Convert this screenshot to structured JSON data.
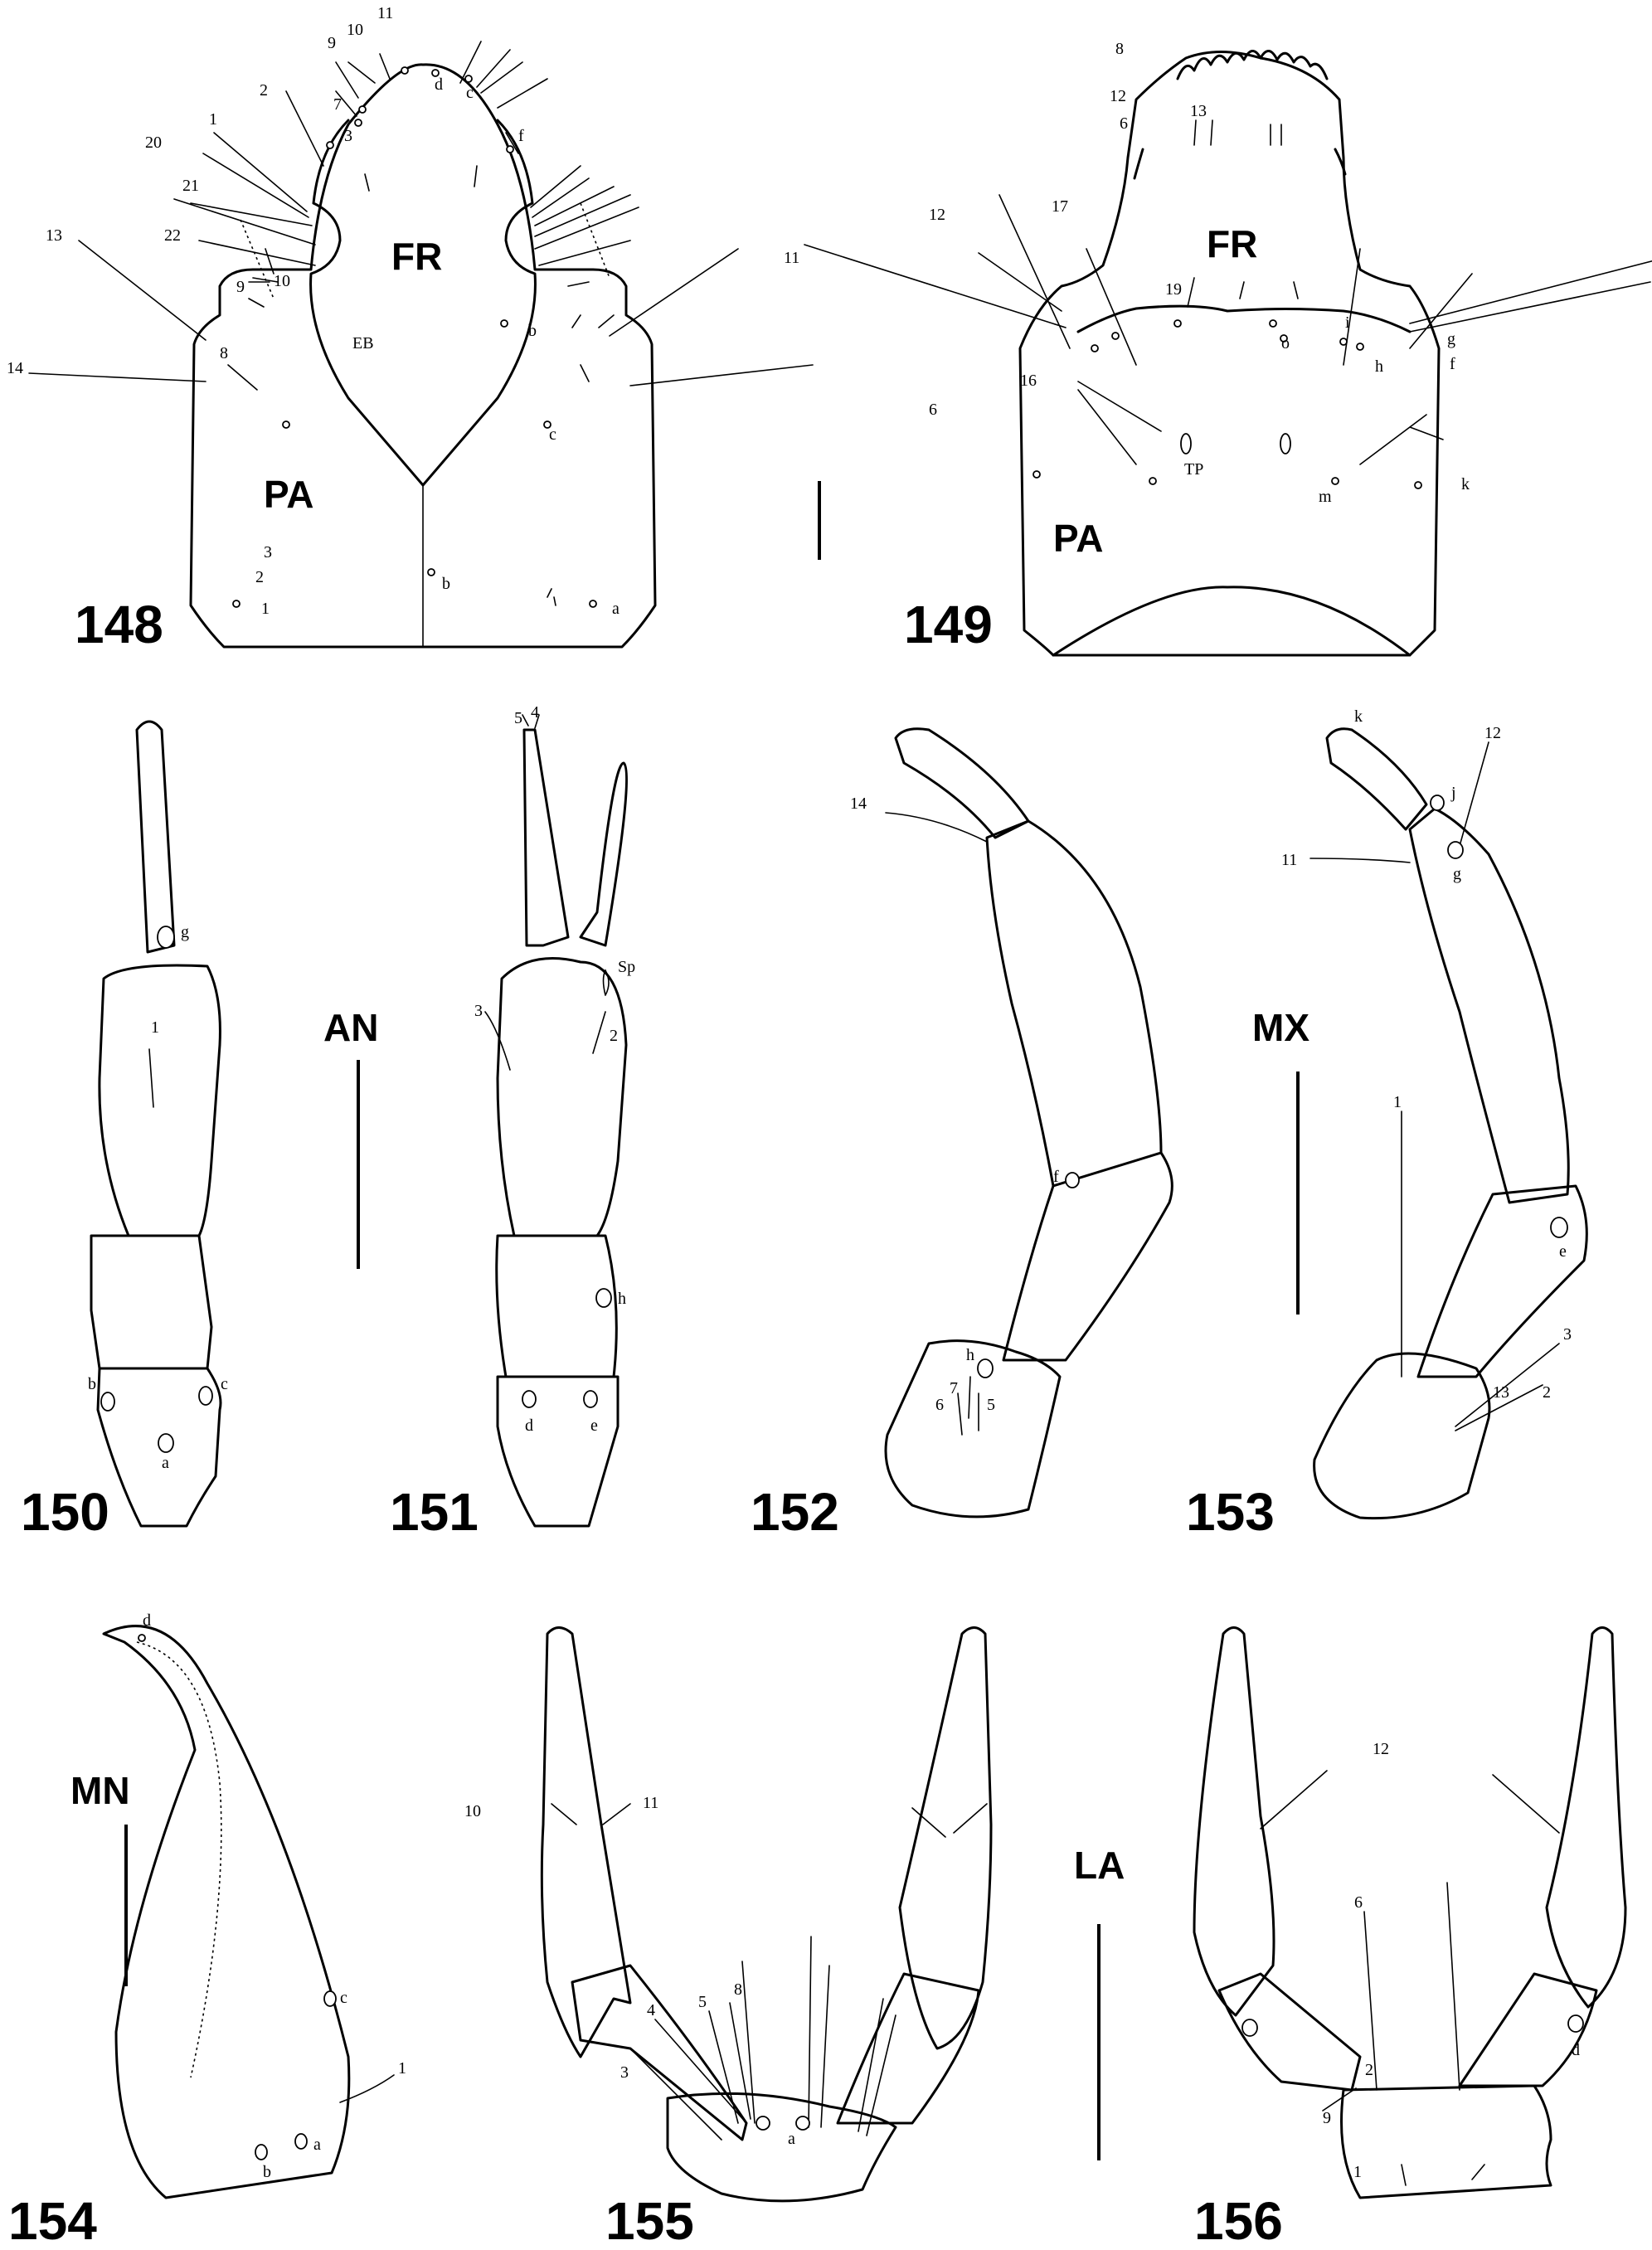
{
  "figure_numbers": {
    "f148": "148",
    "f149": "149",
    "f150": "150",
    "f151": "151",
    "f152": "152",
    "f153": "153",
    "f154": "154",
    "f155": "155",
    "f156": "156"
  },
  "regions": {
    "fr_148": "FR",
    "pa_148": "PA",
    "fr_149": "FR",
    "pa_149": "PA",
    "an": "AN",
    "mx": "MX",
    "mn": "MN",
    "la": "LA"
  },
  "labels_148": {
    "s11": "11",
    "s10": "10",
    "s9": "9",
    "s7": "7",
    "s2": "2",
    "s3": "3",
    "s1": "1",
    "s20": "20",
    "s21": "21",
    "s22": "22",
    "s13": "13",
    "s9b": "9",
    "s10b": "10",
    "s8": "8",
    "s14": "14",
    "d": "d",
    "c": "c",
    "f": "f",
    "b": "b",
    "eb": "EB",
    "c2": "c",
    "b2": "b",
    "a": "a",
    "s3b": "3",
    "s2b": "2",
    "s1b": "1"
  },
  "labels_149": {
    "s8": "8",
    "s12": "12",
    "s6": "6",
    "s13": "13",
    "s12b": "12",
    "s17": "17",
    "s11": "11",
    "s19": "19",
    "s16": "16",
    "s6b": "6",
    "tp": "TP",
    "o": "o",
    "i": "i",
    "h": "h",
    "g": "g",
    "f": "f",
    "k": "k",
    "m": "m"
  },
  "labels_150": {
    "g": "g",
    "s1": "1",
    "b": "b",
    "c": "c",
    "a": "a"
  },
  "labels_151": {
    "s5": "5",
    "s4": "4",
    "sp": "Sp",
    "s3": "3",
    "s2": "2",
    "h": "h",
    "d": "d",
    "e": "e"
  },
  "labels_152": {
    "s14": "14",
    "f": "f",
    "h": "h",
    "s7": "7",
    "s6": "6",
    "s5": "5"
  },
  "labels_153": {
    "k": "k",
    "j": "j",
    "s12": "12",
    "s11": "11",
    "g": "g",
    "s1": "1",
    "e": "e",
    "s3": "3",
    "s13": "13",
    "s2": "2"
  },
  "labels_154": {
    "d": "d",
    "c": "c",
    "s1": "1",
    "a": "a",
    "b": "b"
  },
  "labels_155": {
    "s10": "10",
    "s11": "11",
    "s8": "8",
    "s4": "4",
    "s5": "5",
    "s3": "3",
    "a": "a"
  },
  "labels_156": {
    "s12": "12",
    "s6": "6",
    "s2": "2",
    "d": "d",
    "s9": "9",
    "s1": "1"
  }
}
